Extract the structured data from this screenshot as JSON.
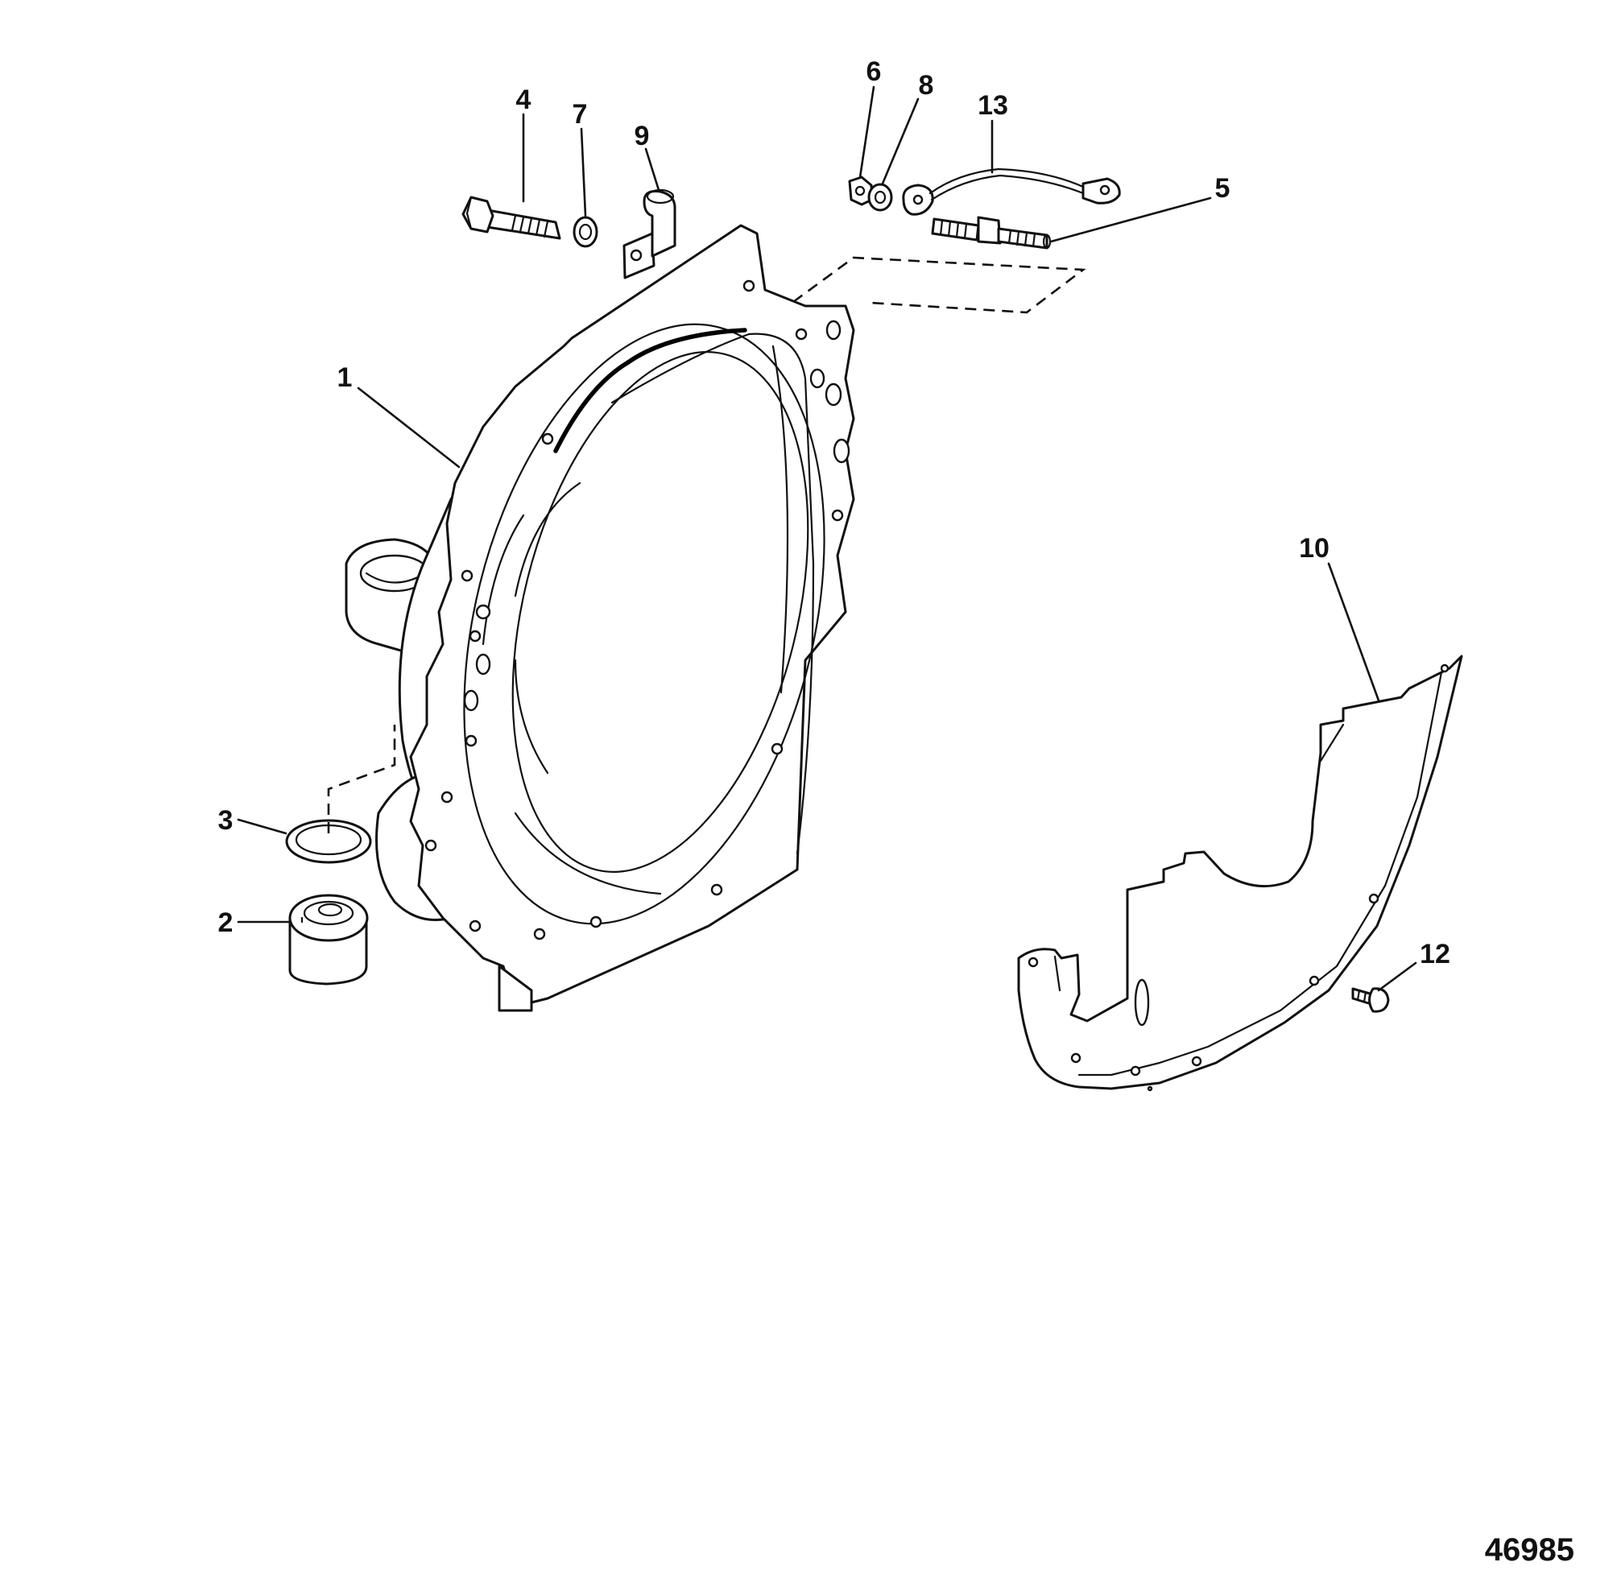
{
  "figure_number": "46985",
  "callouts": [
    {
      "id": "1",
      "label": "1"
    },
    {
      "id": "2",
      "label": "2"
    },
    {
      "id": "3",
      "label": "3"
    },
    {
      "id": "4",
      "label": "4"
    },
    {
      "id": "5",
      "label": "5"
    },
    {
      "id": "6",
      "label": "6"
    },
    {
      "id": "7",
      "label": "7"
    },
    {
      "id": "8",
      "label": "8"
    },
    {
      "id": "9",
      "label": "9"
    },
    {
      "id": "10",
      "label": "10"
    },
    {
      "id": "12",
      "label": "12"
    },
    {
      "id": "13",
      "label": "13"
    }
  ]
}
